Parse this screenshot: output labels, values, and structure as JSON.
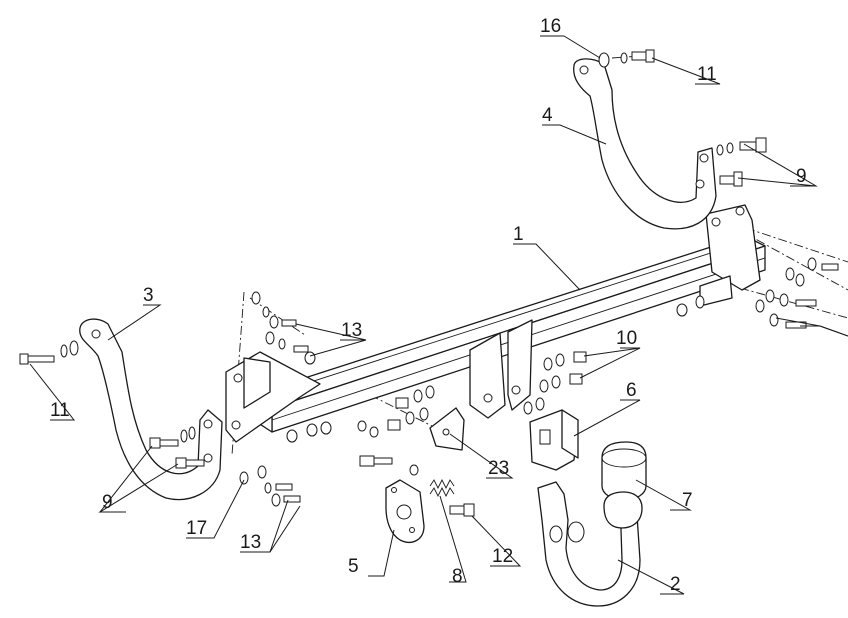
{
  "callouts": {
    "c1": "1",
    "c2": "2",
    "c3": "3",
    "c4": "4",
    "c5": "5",
    "c6": "6",
    "c7": "7",
    "c8": "8",
    "c9_left": "9",
    "c9_right": "9",
    "c10": "10",
    "c11_left": "11",
    "c11_right": "11",
    "c12": "12",
    "c13_top": "13",
    "c13_bottom": "13",
    "c16": "16",
    "c17": "17",
    "c23": "23"
  },
  "colors": {
    "line": "#1a1a1a",
    "background": "#ffffff"
  }
}
